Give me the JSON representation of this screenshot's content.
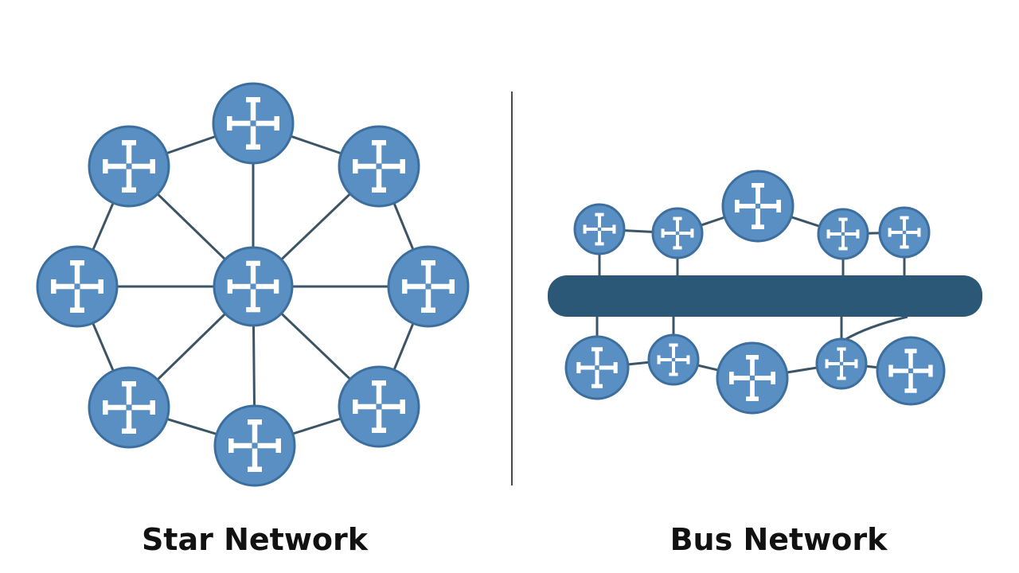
{
  "colors": {
    "node_fill": "#5a8fc3",
    "node_stroke": "#3d6f9e",
    "link": "#3b5566",
    "bus": "#2c5878",
    "glyph": "#ffffff",
    "divider": "#4a4a4a"
  },
  "star_network": {
    "caption": "Star Network",
    "hub": {
      "id": "hub",
      "icon": "hub-glyph-icon"
    },
    "nodes": [
      {
        "id": "n-top"
      },
      {
        "id": "n-top-right"
      },
      {
        "id": "n-right"
      },
      {
        "id": "n-bottom-right"
      },
      {
        "id": "n-bottom"
      },
      {
        "id": "n-bottom-left"
      },
      {
        "id": "n-left"
      },
      {
        "id": "n-top-left"
      }
    ]
  },
  "bus_network": {
    "caption": "Bus Network",
    "top_nodes": [
      {
        "id": "t1"
      },
      {
        "id": "t2"
      },
      {
        "id": "t3"
      },
      {
        "id": "t4"
      },
      {
        "id": "t5"
      }
    ],
    "bottom_nodes": [
      {
        "id": "b1"
      },
      {
        "id": "b2"
      },
      {
        "id": "b3"
      },
      {
        "id": "b4"
      },
      {
        "id": "b5"
      }
    ]
  }
}
